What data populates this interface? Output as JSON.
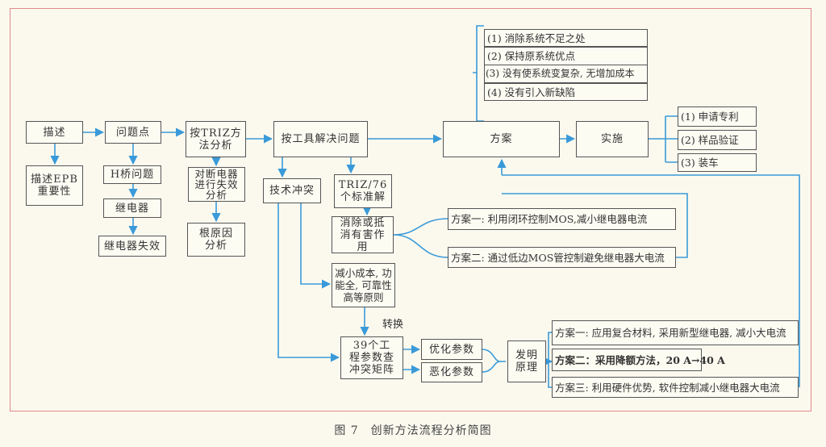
{
  "colors": {
    "connector": "#3a9ad9",
    "border": "#555555",
    "frame": "#e08a8a"
  },
  "nodes": {
    "describe": "描述",
    "describe_epb": "描述EPB重要性",
    "problem_point": "问题点",
    "h_bridge": "H桥问题",
    "relay": "继电器",
    "relay_failure": "继电器失效",
    "triz_analysis": "按TRIZ方法分析",
    "failure_analysis": "对断电器进行失效分析",
    "root_cause": "根原因分析",
    "tool_solve": "按工具解决问题",
    "tech_conflict": "技术冲突",
    "triz76": "TRIZ/76个标准解",
    "eliminate_harm": "消除或抵消有害作用",
    "reduce_cost": "减小成本, 功能全, 可靠性高等原则",
    "convert_label": "转换",
    "matrix": "39个工程参数查冲突矩阵",
    "optimize_param": "优化参数",
    "worsen_param": "恶化参数",
    "invention_principle": "发明原理",
    "plan": "方案",
    "implement": "实施"
  },
  "mos_plans": [
    "方案一: 利用闭环控制MOS,减小继电器电流",
    "方案二: 通过低边MOS管控制避免继电器大电流"
  ],
  "principle_plans": [
    "方案一: 应用复合材料, 采用新型继电器, 减小大电流",
    "方案二：采用降额方法，20 A→40 A",
    "方案三: 利用硬件优势, 软件控制减小继电器大电流"
  ],
  "criteria": [
    "(1) 消除系统不足之处",
    "(2) 保持原系统优点",
    "(3) 没有使系统变复杂, 无增加成本",
    "(4) 没有引入新缺陷"
  ],
  "implement_steps": [
    "(1) 申请专利",
    "(2) 样品验证",
    "(3) 装车"
  ],
  "caption": "图 7　创新方法流程分析简图"
}
